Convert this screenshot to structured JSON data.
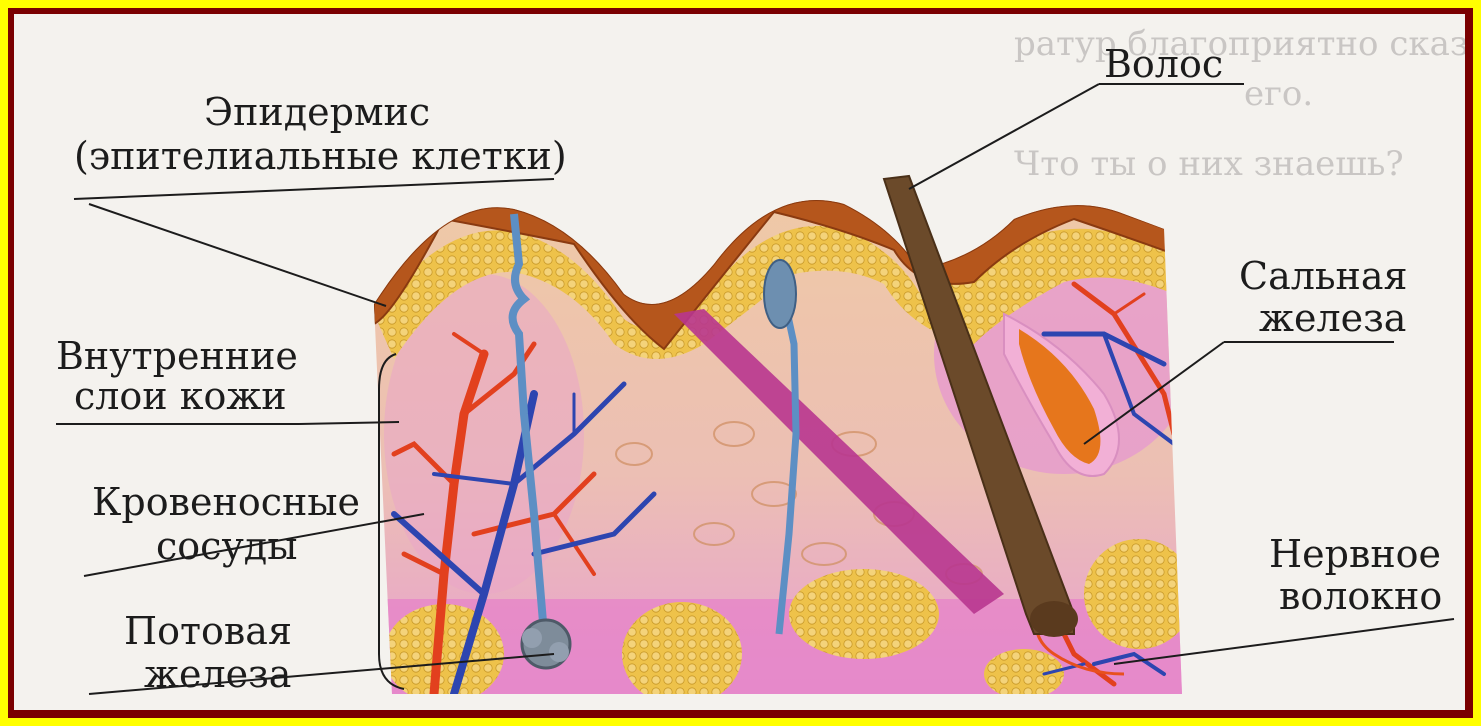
{
  "labels": {
    "epidermis": "Эпидермис",
    "epidermis_sub": "(эпителиальные клетки)",
    "hair": "Волос",
    "inner_layers_1": "Внутренние",
    "inner_layers_2": "слои кожи",
    "vessels_1": "Кровеносные",
    "vessels_2": "сосуды",
    "sweat_1": "Потовая",
    "sweat_2": "железа",
    "sebaceous_1": "Сальная",
    "sebaceous_2": "железа",
    "nerve_1": "Нервное",
    "nerve_2": "волокно"
  },
  "colors": {
    "frame": "#ffff00",
    "epidermis": "#b5561c",
    "fat": "#eec24a",
    "dermis": "#e9a6c8",
    "artery": "#e2401e",
    "vein": "#2d45b0",
    "sweat_duct": "#5d8fc4",
    "hair": "#6b4a2a"
  }
}
